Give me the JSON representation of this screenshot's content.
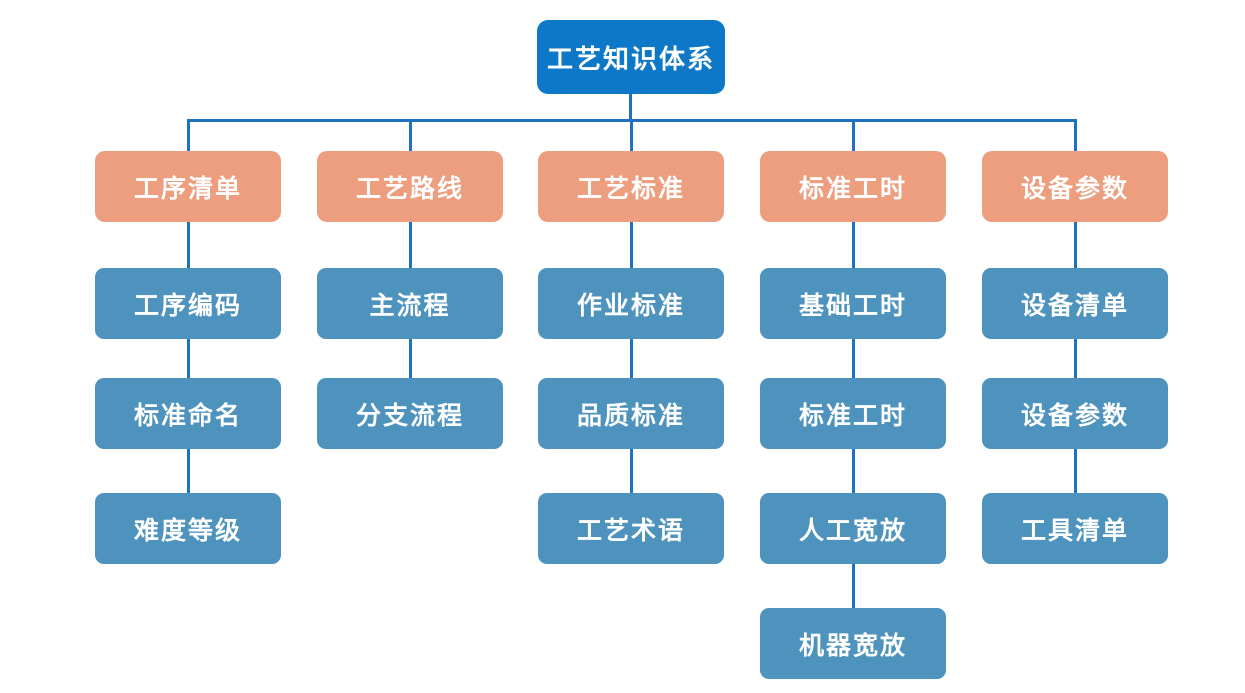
{
  "tree": {
    "root": "工艺知识体系",
    "columns": [
      {
        "parent": "工序清单",
        "children": [
          "工序编码",
          "标准命名",
          "难度等级"
        ]
      },
      {
        "parent": "工艺路线",
        "children": [
          "主流程",
          "分支流程"
        ]
      },
      {
        "parent": "工艺标准",
        "children": [
          "作业标准",
          "品质标准",
          "工艺术语"
        ]
      },
      {
        "parent": "标准工时",
        "children": [
          "基础工时",
          "标准工时",
          "人工宽放",
          "机器宽放"
        ]
      },
      {
        "parent": "设备参数",
        "children": [
          "设备清单",
          "设备参数",
          "工具清单"
        ]
      }
    ]
  },
  "colors": {
    "root_fill": "#0e78c8",
    "branch_fill": "#ec9e7e",
    "leaf_fill": "#4d93bd",
    "connector_line": "#1f72c0",
    "text": "#ffffff",
    "background": "#ffffff"
  }
}
